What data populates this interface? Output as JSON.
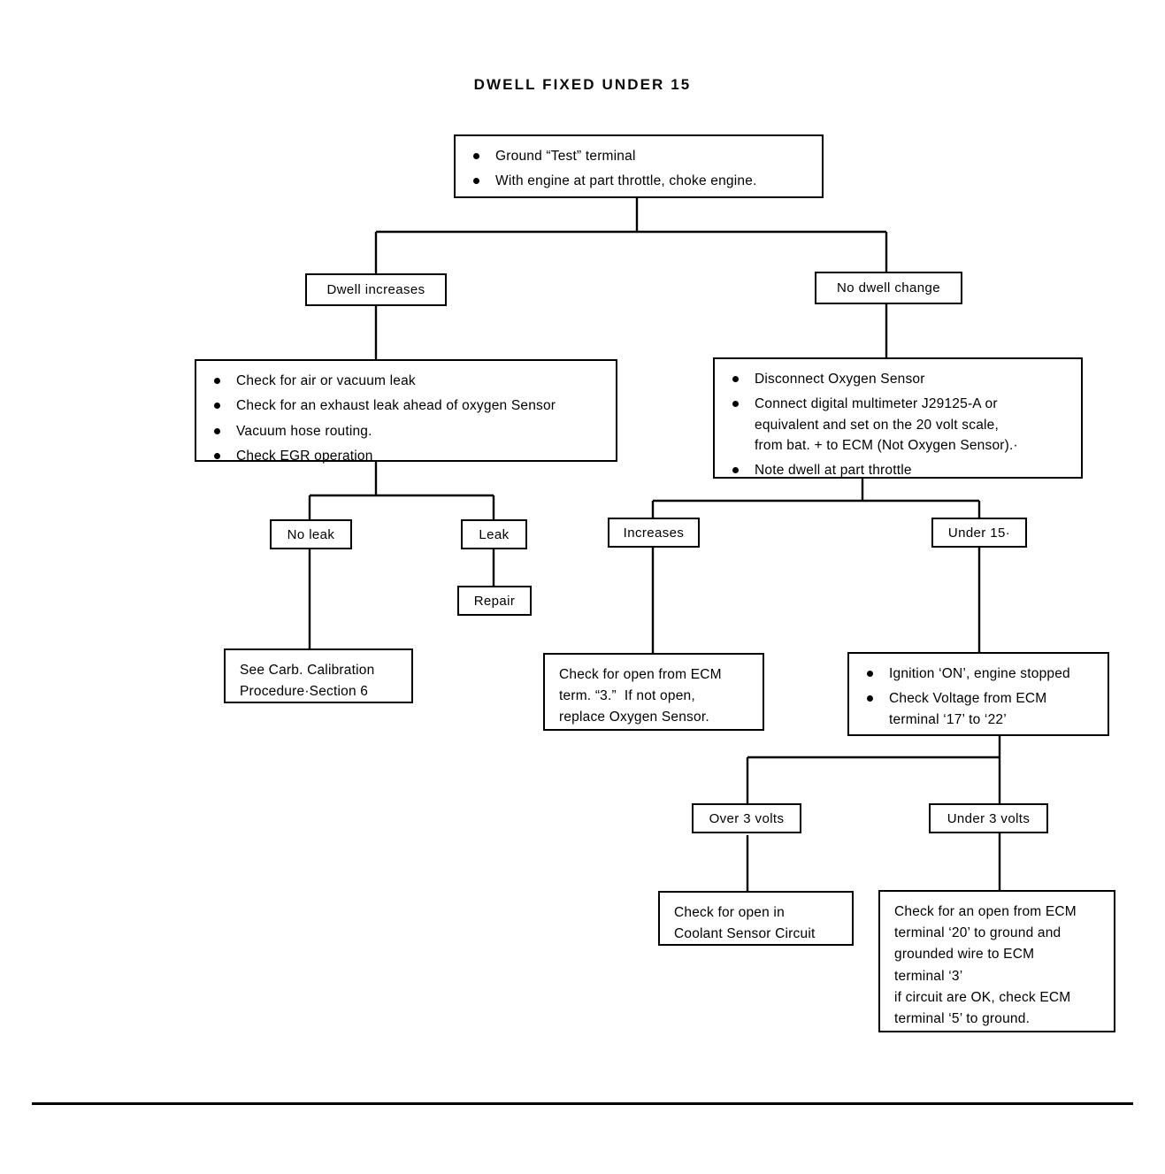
{
  "document": {
    "title": "DWELL FIXED UNDER 15",
    "type": "diagnostic-flow-chart"
  },
  "nodes": {
    "start": {
      "name": "start-instructions",
      "bullets": [
        "Ground “Test” terminal",
        "With engine at part throttle, choke engine."
      ]
    },
    "branch_dwell_increases": {
      "label": "Dwell increases"
    },
    "branch_no_dwell_change": {
      "label": "No dwell change"
    },
    "left_checks": {
      "name": "leak-checks",
      "bullets": [
        "Check for air or vacuum leak",
        "Check for an exhaust leak ahead of oxygen Sensor",
        "Vacuum hose routing.",
        "Check EGR operation"
      ]
    },
    "right_checks": {
      "name": "oxygen-sensor-checks",
      "bullets": [
        "Disconnect Oxygen Sensor",
        "Connect digital multimeter J29125-A or\nequivalent and set on the 20 volt scale,\nfrom bat. + to ECM (Not Oxygen Sensor).·",
        "Note dwell at part throttle"
      ]
    },
    "no_leak": {
      "label": "No leak"
    },
    "leak": {
      "label": "Leak"
    },
    "increases": {
      "label": "Increases"
    },
    "under_15": {
      "label": "Under 15·"
    },
    "repair": {
      "label": "Repair"
    },
    "carb_calibration": {
      "name": "carb-calibration-result",
      "lines": [
        "See Carb. Calibration",
        "Procedure·Section 6"
      ]
    },
    "check_open_ecm_3": {
      "name": "check-open-ecm-term-3",
      "lines": [
        "Check for open from ECM",
        "term. “3.”  If not open,",
        "replace Oxygen Sensor."
      ]
    },
    "ignition_on": {
      "name": "ignition-on-voltage-check",
      "bullets": [
        "Ignition ‘ON’, engine stopped",
        "Check Voltage from ECM\nterminal ‘17’ to ‘22’"
      ]
    },
    "over_3_volts": {
      "label": "Over 3 volts"
    },
    "under_3_volts": {
      "label": "Under 3 volts"
    },
    "coolant_sensor": {
      "name": "coolant-sensor-result",
      "lines": [
        "Check for open in",
        "Coolant Sensor Circuit"
      ]
    },
    "ecm_ground_check": {
      "name": "ecm-ground-check-result",
      "lines": [
        "Check for an open from ECM",
        "terminal ‘20’ to ground and",
        "grounded wire to ECM",
        "terminal ‘3’",
        "if circuit are OK, check ECM",
        "terminal ‘5’ to ground."
      ]
    }
  },
  "colors": {
    "ink": "#000000",
    "page": "#ffffff"
  }
}
